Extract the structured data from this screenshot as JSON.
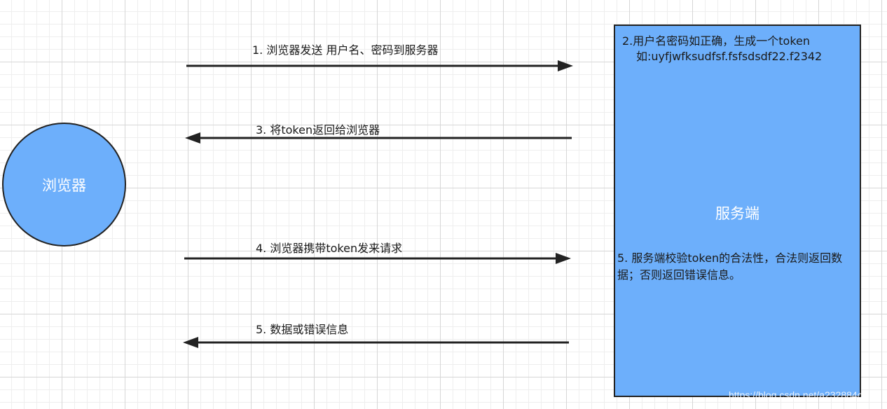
{
  "browser": {
    "label": "浏览器"
  },
  "server": {
    "label": "服务端",
    "note_generate_line1": "2.用户名密码如正确，生成一个token",
    "note_generate_line2": "如:uyfjwfksudfsf.fsfsdsdf22.f2342",
    "note_validate": "5. 服务端校验token的合法性，合法则返回数据；否则返回错误信息。"
  },
  "messages": [
    {
      "label": "1. 浏览器发送 用户名、密码到服务器",
      "direction": "to-server"
    },
    {
      "label": "3. 将token返回给浏览器",
      "direction": "to-browser"
    },
    {
      "label": "4. 浏览器携带token发来请求",
      "direction": "to-server"
    },
    {
      "label": "5. 数据或错误信息",
      "direction": "to-browser"
    }
  ],
  "watermark": "https://blog.csdn.net/a232884c",
  "colors": {
    "node_fill": "#6daffb",
    "stroke": "#222222",
    "grid": "#d6d6d6"
  }
}
